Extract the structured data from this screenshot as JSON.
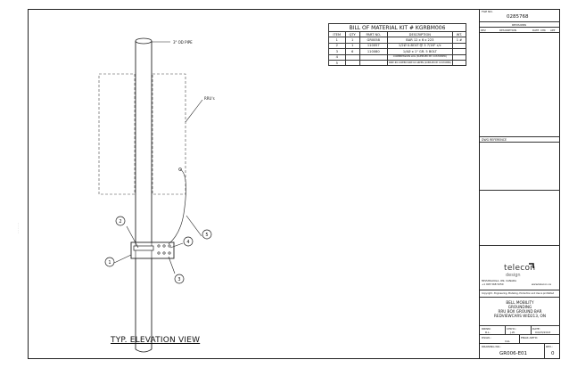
{
  "view_title": "TYP. ELEVATION VIEW",
  "labels": {
    "pipe": "3\" OD PIPE",
    "rru": "RRU's"
  },
  "callouts": [
    "1",
    "2",
    "3",
    "4",
    "5"
  ],
  "bom": {
    "title": "BILL OF MATERIAL KIT # KGRBM006",
    "headers": [
      "ITEM",
      "QTY",
      "PART NO.",
      "DESCRIPTION",
      "WT."
    ],
    "rows": [
      [
        "1",
        "1",
        "GR0058",
        "BAR 12 x 6 x 223",
        "1 #"
      ],
      [
        "2",
        "1",
        "110057",
        "1/2Ø U-BOLT @ 3 7/16\" c/c",
        ""
      ],
      [
        "3",
        "6",
        "110080",
        "1/4Ø x 1\" GR. 5 BOLT",
        ""
      ],
      [
        "4",
        "",
        "",
        "COMPRESSION LUG (SUPPLIED BY CUSTOMER)",
        ""
      ],
      [
        "5",
        "",
        "",
        "WIRE #6 COPPER WIRE 6X GREEN (SUPPLIED BY CUSTOMER)",
        ""
      ]
    ]
  },
  "title_block": {
    "file_no_label": "FILE NO.",
    "file_no": "0285768",
    "revisions_label": "REVISIONS",
    "rev_headers": [
      "REV.",
      "DESCRIPTION",
      "DATE",
      "CHK",
      "APP"
    ],
    "dwg_reference_label": "DWG REFERENCE",
    "company": "telecon",
    "company_sub": "design",
    "address_line1": "MISSISSAUGA, ON, CANADA",
    "address_line2": "+1 905 568 5250",
    "website": "www.telecon.ca",
    "copyright": "Copyright - Engineering, Modeling, Production and Use is prohibited",
    "project_line1": "BELL MOBILITY",
    "project_line2": "GROUNDING",
    "project_line3": "RRU BOX GROUND BAR",
    "project_line4": "REDVIEWCARS WID213, ON",
    "drawn_label": "DRWN:",
    "drawn_value": "R.L.",
    "checked_label": "CHK'D.:",
    "checked_value": "J.W.",
    "date_label": "DATE:",
    "date_value": "04/23/2013",
    "design_label": "DSGN.:",
    "design_value": "CAL",
    "approved_label": "ENGR APP'D:",
    "drawing_no_label": "DRAWING NO.:",
    "drawing_no": "GR006-E01",
    "rev_label": "REV.:",
    "rev_value": "0"
  }
}
